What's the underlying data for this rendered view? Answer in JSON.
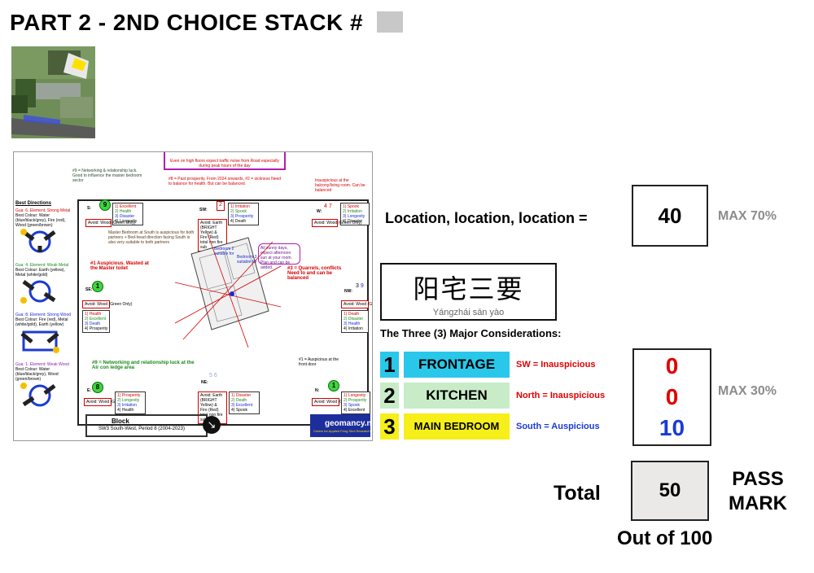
{
  "title": "PART 2 - 2ND CHOICE  STACK #",
  "plan": {
    "best_directions_title": "Best Directions",
    "gua1": "Gua: 6. Element: Strong Metal",
    "gua1_colour": "Best Colour: Water (blue/black/grey), Fire (red), Wood (green/brown)",
    "gua2": "Gua: 4. Element: Weak Metal",
    "gua2_colour": "Best Colour: Earth (yellow), Metal (white/gold)",
    "gua3": "Gua: 8. Element: Strong Wood",
    "gua3_colour": "Best Colour: Fire (red), Metal (white/gold), Earth (yellow)",
    "gua4": "Gua: 1. Element: Weak Wood",
    "gua4_colour": "Best Colour: Water (blue/black/grey), Wood (green/brown)",
    "note_networking_top": "#9 = Networking & relationship luck. Good to influence the master bedroom sector",
    "note_traffic": "Even on high floors expect traffic noise from Road especially during peak hours of the day",
    "note_prosperity": "#8 = Past prosperity. From 2024 onwards, #2 = sickness Need to balance for health. But can be balanced.",
    "note_balcony": "Inauspicious at the balcony/living room. Can be balanced",
    "note_master": "Master Bedroom at South is auspicious for both partners + Bed-head direction facing South is also very suitable to both partners",
    "note_auspicious_wasted": "#1 Auspicious. Wasted at the Master toilet",
    "note_quarrels": "#3 = Quarrels, conflicts Need to and can be balanced",
    "note_sunny": "All sunny days, expect afternoon sun at your room. Plan and can be added.",
    "note_bed2": "Bedroom 2 suitable for",
    "note_bed3": "Bedroom 3 suitable for",
    "note_networking_bottom": "#9 = Networking and relationship luck at the Air con ledge area",
    "note_front_door": "#1 = Auspicious at the front door",
    "block_label": "Block",
    "block_sub": "SW3 South-West, Period 8 (2004-2023)",
    "logo": "geomancy.net",
    "logo_sub": "Centre for Applied Feng Shui Research",
    "s_label": "S:",
    "sw_label": "SW:",
    "w_label": "W:",
    "se_label": "SE:",
    "nw_label": "NW:",
    "e_label": "E:",
    "ne_label": "NE:",
    "n_label": "N:",
    "s_list": [
      "1) Excellent",
      "2) Health",
      "3) Disaster",
      "4) Longevity"
    ],
    "sw_list": [
      "1) Irritation",
      "2) Spook",
      "3) Prosperity",
      "4) Death"
    ],
    "w_list": [
      "1) Spook",
      "2) Irritation",
      "3) Longevity",
      "4) Disaster"
    ],
    "se_list": [
      "1) Health",
      "2) Excellent",
      "3) Death",
      "4) Prosperity"
    ],
    "nw_list": [
      "1) Death",
      "2) Disaster",
      "3) Health",
      "4) Irritation"
    ],
    "e_list": [
      "1) Prosperity",
      "2) Longevity",
      "3) Irritation",
      "4) Health"
    ],
    "ne_list": [
      "1) Disaster",
      "2) Death",
      "3) Excellent",
      "4) Spook"
    ],
    "n_list": [
      "1) Longevity",
      "2) Prosperity",
      "3) Spook",
      "4) Excellent"
    ],
    "avoid_wood": "Avoid: Wood (Green Only)",
    "avoid_earth": "Avoid: Earth (BRIGHT Yellow) & Fire (Red) total non fire sub"
  },
  "location": {
    "label": "Location, location, location =",
    "score": "40",
    "max": "MAX 70%"
  },
  "chinese": {
    "title": "阳宅三要",
    "pinyin": "Yángzhái sān yào"
  },
  "three_title": "The Three (3) Major Considerations:",
  "factors": [
    {
      "num": "1",
      "name": "FRONTAGE",
      "verdict": "SW = Inauspicious",
      "score": "0"
    },
    {
      "num": "2",
      "name": "KITCHEN",
      "verdict": "North = Inauspicious",
      "score": "0"
    },
    {
      "num": "3",
      "name": "MAIN BEDROOM",
      "verdict": "South = Auspicious",
      "score": "10"
    }
  ],
  "max30": "MAX 30%",
  "total": {
    "label": "Total",
    "score": "50",
    "pass": "PASS MARK",
    "outof": "Out of 100"
  },
  "colors": {
    "frontage_bg": "#29c7e9",
    "frontage_num_bg": "#29c7e9",
    "kitchen_bg": "#c8ecc8",
    "bedroom_bg": "#f6ef1a",
    "red": "#e00000",
    "blue": "#1b3bd6",
    "grey": "#8c8c8c"
  }
}
